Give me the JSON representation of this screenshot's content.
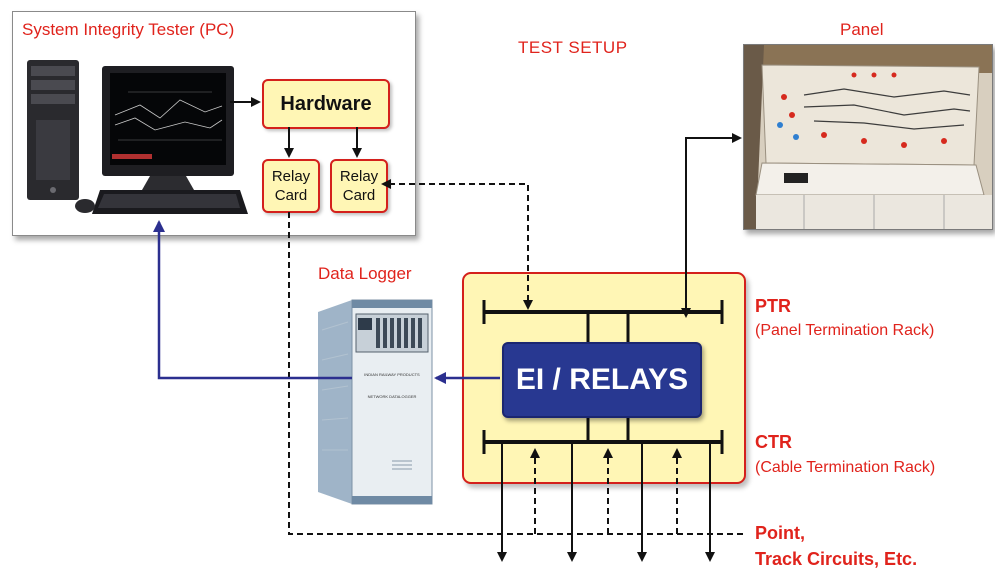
{
  "titles": {
    "pc": "System Integrity Tester (PC)",
    "test_setup": "TEST SETUP",
    "panel": "Panel",
    "data_logger": "Data Logger"
  },
  "pc_blocks": {
    "hardware": "Hardware",
    "relay_card_1": [
      "Relay",
      "Card"
    ],
    "relay_card_2": [
      "Relay",
      "Card"
    ]
  },
  "rack": {
    "center_label": "EI / RELAYS",
    "ptr_title": "PTR",
    "ptr_subtitle": "(Panel Termination Rack)",
    "ctr_title": "CTR",
    "ctr_subtitle": "(Cable Termination Rack)"
  },
  "field": {
    "line1": "Point,",
    "line2": "Track Circuits, Etc."
  },
  "logger_cabinet_text": {
    "line1": "INDIAN RAILWAY PRODUCTS",
    "line2": "NETWORK DATALOGGER"
  },
  "colors": {
    "accent_red": "#e0231c",
    "box_fill": "#fff6b5",
    "ei_blue": "#283891",
    "arrow_blue": "#2b2f8f"
  },
  "icons": [
    "pc-tower-icon",
    "monitor-icon",
    "keyboard-icon",
    "mouse-icon",
    "control-panel-photo",
    "datalogger-cabinet-icon"
  ]
}
